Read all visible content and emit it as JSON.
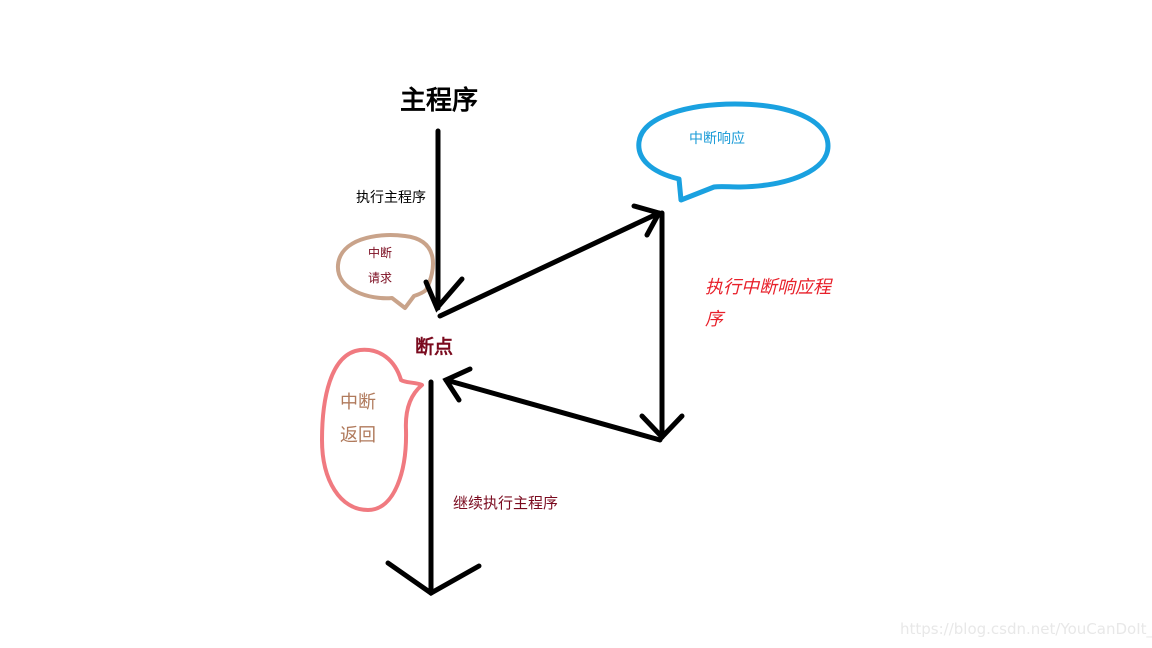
{
  "diagram": {
    "title": "主程序",
    "nodes": {
      "main_program": {
        "label": "主程序"
      },
      "breakpoint": {
        "label": "断点"
      },
      "interrupt_request": {
        "line1": "中断",
        "line2": "请求"
      },
      "interrupt_response": {
        "label": "中断响应"
      },
      "interrupt_return": {
        "line1": "中断",
        "line2": "返回"
      }
    },
    "edges": {
      "exec_main": {
        "label": "执行主程序"
      },
      "exec_response": {
        "line1": "执行中断响应程",
        "line2": "序"
      },
      "continue_main": {
        "label": "继续执行主程序"
      }
    },
    "colors": {
      "arrow": "#000000",
      "request_bubble": "#c9a38a",
      "response_bubble": "#1aa1e0",
      "return_bubble": "#f07a80",
      "dark_red_text": "#7a0a1e",
      "red_text": "#e8202a",
      "blue_text": "#1a9bd7",
      "brown_text": "#b07a5c"
    }
  },
  "watermark": "https://blog.csdn.net/YouCanDoIt_"
}
